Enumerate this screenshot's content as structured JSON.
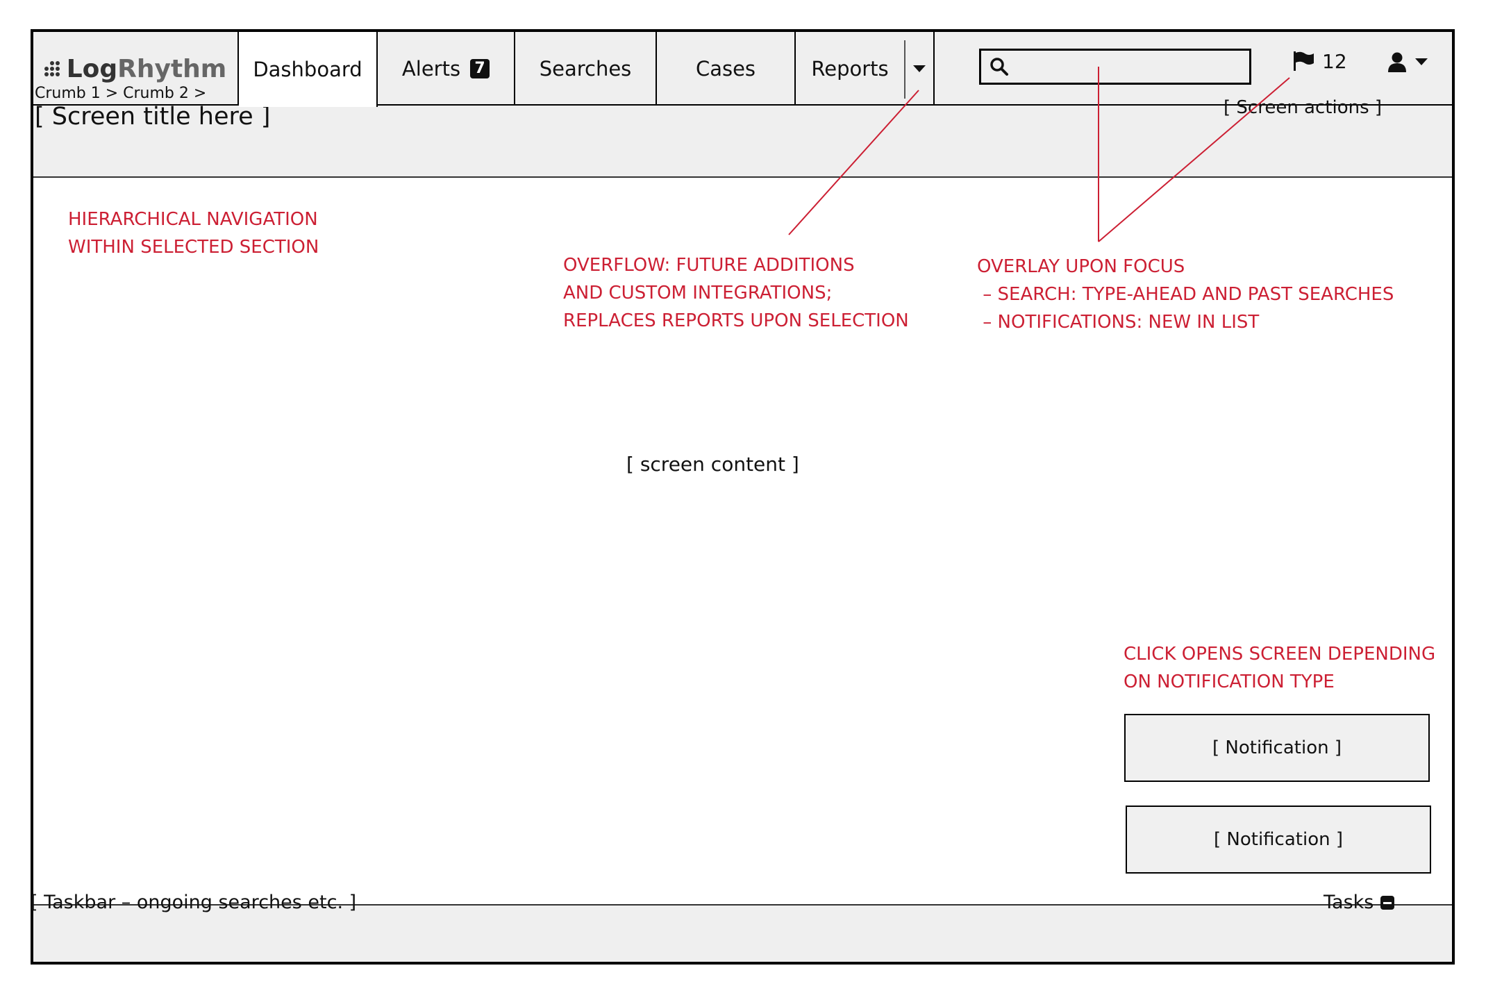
{
  "header": {
    "logo": {
      "part1": "Log",
      "part2": "Rhythm"
    },
    "tabs": [
      {
        "id": "dashboard",
        "label": "Dashboard",
        "active": true
      },
      {
        "id": "alerts",
        "label": "Alerts",
        "badge": "7"
      },
      {
        "id": "searches",
        "label": "Searches"
      },
      {
        "id": "cases",
        "label": "Cases"
      },
      {
        "id": "reports",
        "label": "Reports"
      }
    ],
    "overflow_icon": "caret-down-icon",
    "search": {
      "icon": "search-icon",
      "value": "",
      "placeholder": ""
    },
    "notifications": {
      "icon": "flag-icon",
      "count": "12"
    },
    "user": {
      "icon": "user-icon",
      "menu_icon": "caret-down-icon"
    }
  },
  "subheader": {
    "breadcrumb": "Crumb 1 > Crumb 2 >",
    "title": "[ Screen title here ]",
    "actions": "[ Screen actions ]"
  },
  "annotations": {
    "hierarchical": "HIERARCHICAL NAVIGATION\nWITHIN SELECTED SECTION",
    "overflow": "OVERFLOW: FUTURE ADDITIONS\nAND CUSTOM INTEGRATIONS;\nREPLACES REPORTS UPON SELECTION",
    "overlay": "OVERLAY UPON FOCUS\n – SEARCH: TYPE-AHEAD AND PAST SEARCHES\n – NOTIFICATIONS: NEW IN LIST",
    "click_opens": "CLICK OPENS SCREEN DEPENDING\nON NOTIFICATION TYPE"
  },
  "main": {
    "content": "[ screen content ]"
  },
  "notifications_list": [
    {
      "label": "[ Notification ]"
    },
    {
      "label": "[ Notification ]"
    }
  ],
  "taskbar": {
    "text": "[ Taskbar – ongoing searches etc. ]",
    "tasks_label": "Tasks",
    "tasks_icon": "minus-square-icon"
  },
  "colors": {
    "annotation": "#cc1f33",
    "chrome": "#efefef",
    "border": "#000000"
  }
}
